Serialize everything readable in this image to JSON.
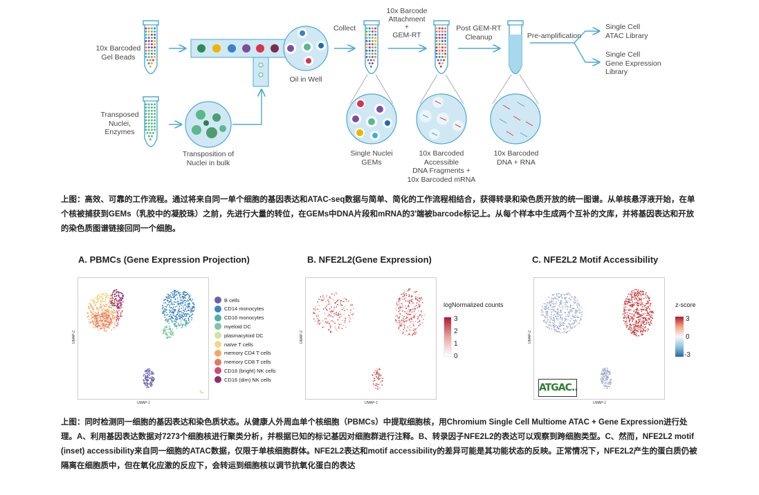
{
  "workflow": {
    "beads_label": "10x Barcoded\nGel Beads",
    "nuclei_label": "Transposed\nNuclei,\nEnzymes",
    "transposition_label": "Transposition of\nNuclei in bulk",
    "oil_label": "Oil in Well",
    "collect_label": "Collect",
    "barcode_attach_label": "10x Barcode\nAttachment\n+\nGEM-RT",
    "post_gem_label": "Post GEM-RT\nCleanup",
    "preamp_label": "Pre-amplification",
    "atac_lib_label": "Single Cell\nATAC Library",
    "gex_lib_label": "Single Cell\nGene Expression\nLibrary",
    "gems_label": "Single Nuclei\nGEMs",
    "fragments_label": "10x Barcoded\nAccessible\nDNA Fragments +\n10x Barcoded mRNA",
    "dna_rna_label": "10x Barcoded\nDNA + RNA"
  },
  "caption_top": "上图：高效、可靠的工作流程。通过将来自同一单个细胞的基因表达和ATAC-seq数据与简单、简化的工作流程相结合，获得转录和染色质开放的统一图谱。从单核悬浮液开始，在单个核被捕获到GEMs（乳胶中的凝胶珠）之前，先进行大量的转位，在GEMs中DNA片段和mRNA的3'端被barcode标记上。从每个样本中生成两个互补的文库，并将基因表达和开放的染色质图谱链接回同一个细胞。",
  "panels": {
    "a_title": "A. PBMCs (Gene Expression Projection)",
    "b_title": "B. NFE2L2(Gene Expression)",
    "c_title": "C. NFE2L2 Motif Accessibility",
    "axis_x": "UMAP-1",
    "axis_y": "UMAP-2"
  },
  "legend": [
    {
      "label": "B cells",
      "color": "#6a5fb0"
    },
    {
      "label": "CD14 monocytes",
      "color": "#3f86c0"
    },
    {
      "label": "CD16 monocytes",
      "color": "#52b0a8"
    },
    {
      "label": "myeloid DC",
      "color": "#7cc6a2"
    },
    {
      "label": "plasmacytoid DC",
      "color": "#cfe5a0"
    },
    {
      "label": "naïve T cells",
      "color": "#f3d58a"
    },
    {
      "label": "memory CD4 T cells",
      "color": "#f2a863"
    },
    {
      "label": "memory CD8 T cells",
      "color": "#e9785a"
    },
    {
      "label": "CD16 (bright) NK cells",
      "color": "#d14a6e"
    },
    {
      "label": "CD16 (dim) NK cells",
      "color": "#8e2f6e"
    }
  ],
  "colorbar_b": {
    "title": "logNormalized counts",
    "ticks": [
      "3",
      "2",
      "1",
      "0"
    ]
  },
  "colorbar_c": {
    "title": "z-score",
    "ticks": [
      "3",
      "0",
      "-3"
    ]
  },
  "motif_inset": "ATGAC...AC",
  "caption_bottom": "上图：同时检测同一细胞的基因表达和染色质状态。从健康人外周血单个核细胞（PBMCs）中提取细胞核，用Chromium Single Cell Multiome ATAC + Gene Expression进行处理。A、利用基因表达数据对7273个细胞核进行聚类分析，并根据已知的标记基因对细胞群进行注释。B、转录因子NFE2L2的表达可以观察到跨细胞类型。C、然而，NFE2L2 motif (inset) accessibility来自同一细胞的ATAC数据，仅限于单核细胞群体。NFE2L2表达和motif accessibility的差异可能是其功能状态的反映。正常情况下，NFE2L2产生的蛋白质仍被隔离在细胞质中，但在氧化应激的反应下，会转运到细胞核以调节抗氧化蛋白的表达",
  "colors": {
    "tube_outline": "#4aa8d6",
    "tube_fill": "#c8e6f2",
    "arrow": "#4aa8d6",
    "circle_fill": "#cfe8f4",
    "green_dot": "#5bb88a"
  }
}
